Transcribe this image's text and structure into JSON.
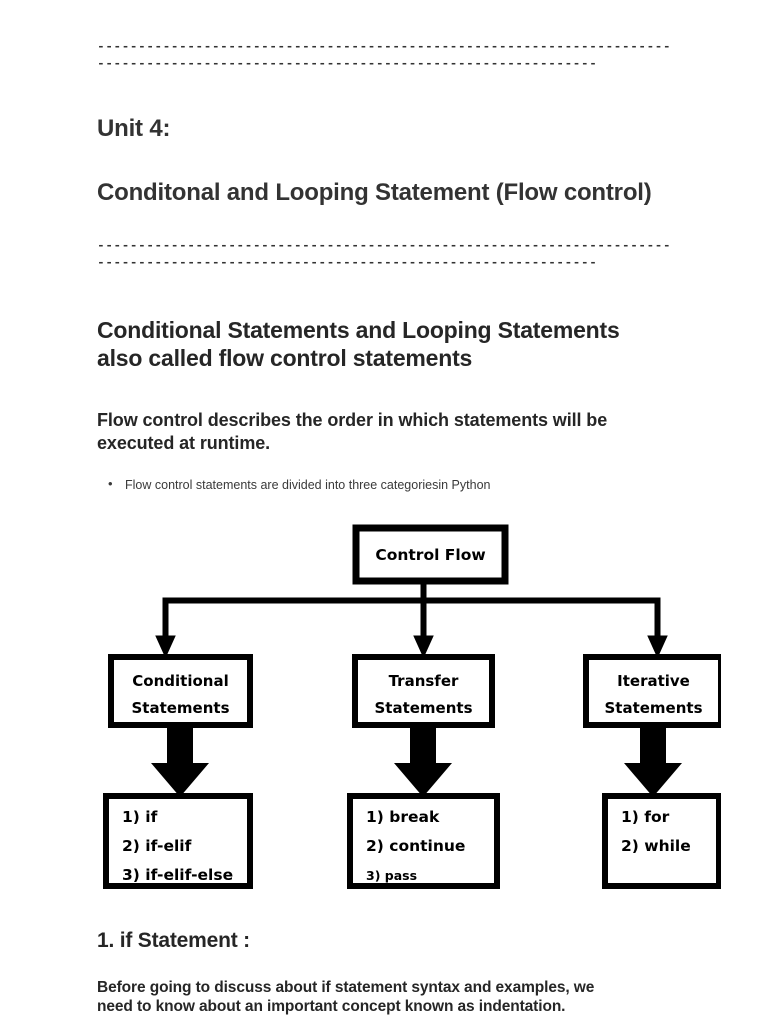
{
  "document": {
    "separator_full": "----------------------------------------------------------------------",
    "separator_short": "-------------------------------------------------------------",
    "unit_title": "Unit 4:",
    "doc_title": "Conditonal and Looping Statement (Flow control)",
    "section_heading_line1": "Conditional Statements and Looping Statements",
    "section_heading_line2": "also called flow control statements",
    "lead_paragraph_line1": "Flow control describes the order in which statements will be",
    "lead_paragraph_line2": "executed at runtime.",
    "bullets": [
      "Flow control statements are divided into three categoriesin Python"
    ],
    "sub_heading": "1. if Statement :",
    "body_paragraph_line1": "Before going to discuss about if statement syntax and examples, we",
    "body_paragraph_line2": "need to know about an important concept known as indentation."
  },
  "diagram": {
    "root": {
      "label": "Control Flow"
    },
    "branches": [
      {
        "title_line1": "Conditional",
        "title_line2": "Statements",
        "items": [
          "1)  if",
          "2)  if-elif",
          "3)  if-elif-else"
        ]
      },
      {
        "title_line1": "Transfer",
        "title_line2": "Statements",
        "items": [
          "1)  break",
          "2)  continue",
          "3)  pass"
        ]
      },
      {
        "title_line1": "Iterative",
        "title_line2": "Statements",
        "items": [
          "1)  for",
          "2)  while"
        ]
      }
    ],
    "colors": {
      "stroke": "#000000",
      "fill": "#ffffff"
    }
  }
}
